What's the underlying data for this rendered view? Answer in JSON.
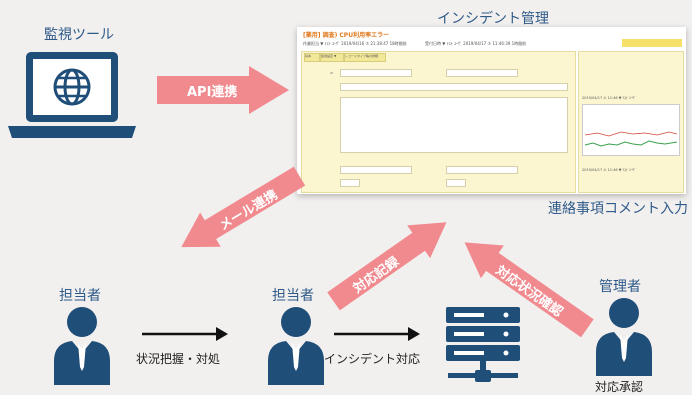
{
  "nodes": {
    "monitoring_tool": "監視ツール",
    "incident_management": "インシデント管理",
    "comment_input": "連絡事項コメント入力",
    "person_left": "担当者",
    "person_mid": "担当者",
    "manager": "管理者",
    "approval": "対応承認"
  },
  "arrows": {
    "api": "API連携",
    "mail": "メール連携",
    "record": "対応記録",
    "status_check": "対応状況確認",
    "grasp": "状況把握・対処",
    "incident_response": "インシデント対応"
  },
  "screenshot": {
    "title": "[薬用] 調査) CPU利用率エラー",
    "meta_left": "作業担当 ▼ ﾃｽﾄ ﾕｰｻﾞ 2019/04/16 ⑦ 21:38:47 18時間前",
    "meta_right": "受付日時 ▼ ﾃｽﾄ ﾕｰｻﾞ 2019/04/17 ⑦ 11:46:39 1時間前",
    "tabs": [
      "基本",
      "監視設定 ▼",
      "レコードタイプ等の詳細"
    ],
    "side_entries": [
      "2019/04/17 ⑦ 11:46 ▼ ﾃｽﾄ ﾕｰｻﾞ",
      "2019/04/17 ⑦ 11:46 ▼ ﾃｽﾄ ﾕｰｻﾞ"
    ]
  },
  "colors": {
    "arrow": "#f08a8f",
    "icon": "#1f4e79",
    "label": "#2e5a8a"
  }
}
